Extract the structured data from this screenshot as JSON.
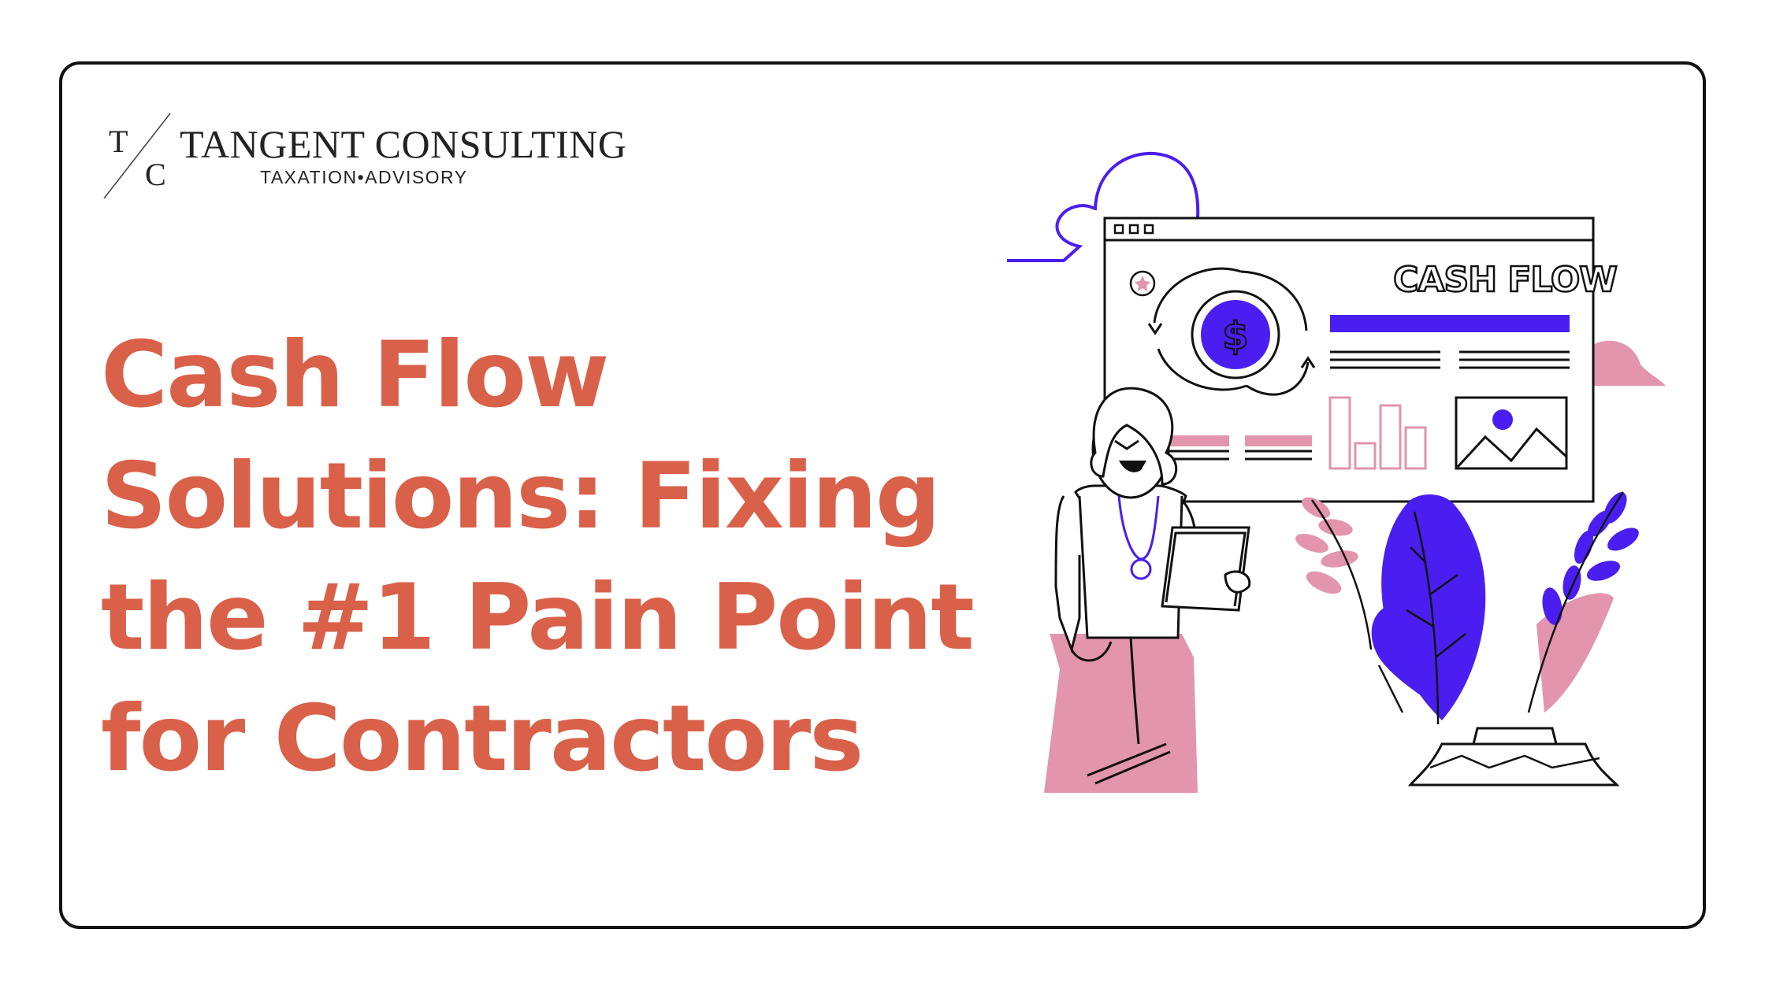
{
  "brand": {
    "monogram_top": "T",
    "monogram_bottom": "C",
    "name": "TANGENT CONSULTING",
    "tagline": "TAXATION•ADVISORY"
  },
  "headline": "Cash Flow Solutions: Fixing the #1 Pain Point for Contractors",
  "illustration": {
    "screen_title": "CASH FLOW",
    "icons": [
      "dollar-icon",
      "star-icon",
      "image-icon",
      "cloud-icon",
      "plant-icon"
    ]
  },
  "colors": {
    "headline": "#D9614A",
    "accent_blue": "#4A1EF0",
    "accent_pink": "#E295AD",
    "outline": "#111111"
  }
}
